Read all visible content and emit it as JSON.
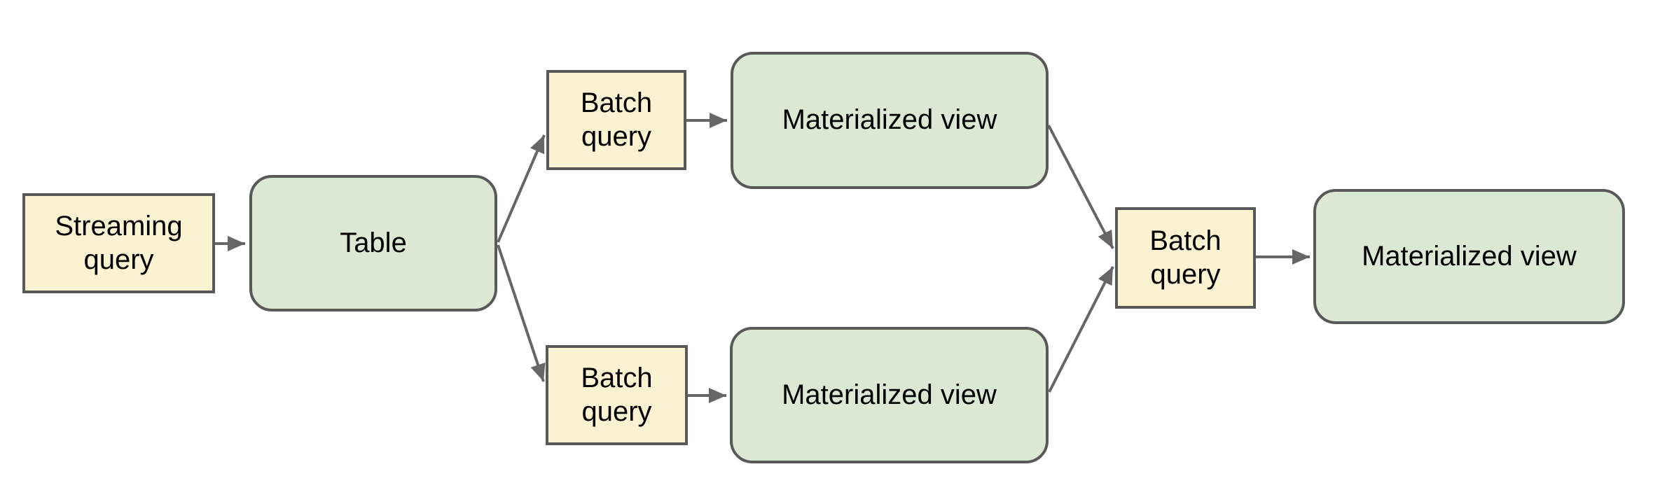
{
  "diagram": {
    "nodes": {
      "streaming_query": {
        "label": "Streaming query",
        "kind": "query"
      },
      "table": {
        "label": "Table",
        "kind": "view"
      },
      "batch_query_top": {
        "label": "Batch query",
        "kind": "query"
      },
      "materialized_view_top": {
        "label": "Materialized view",
        "kind": "view"
      },
      "batch_query_bottom": {
        "label": "Batch query",
        "kind": "query"
      },
      "materialized_view_bottom": {
        "label": "Materialized view",
        "kind": "view"
      },
      "batch_query_right": {
        "label": "Batch query",
        "kind": "query"
      },
      "materialized_view_final": {
        "label": "Materialized view",
        "kind": "view"
      }
    },
    "edges": [
      {
        "from": "streaming_query",
        "to": "table"
      },
      {
        "from": "table",
        "to": "batch_query_top"
      },
      {
        "from": "table",
        "to": "batch_query_bottom"
      },
      {
        "from": "batch_query_top",
        "to": "materialized_view_top"
      },
      {
        "from": "batch_query_bottom",
        "to": "materialized_view_bottom"
      },
      {
        "from": "materialized_view_top",
        "to": "batch_query_right"
      },
      {
        "from": "materialized_view_bottom",
        "to": "batch_query_right"
      },
      {
        "from": "batch_query_right",
        "to": "materialized_view_final"
      }
    ],
    "colors": {
      "query_fill": "#fbf2d1",
      "view_fill": "#dbe8d3",
      "node_border": "#595959",
      "arrow": "#666666",
      "text": "#000000",
      "background": "#ffffff"
    }
  }
}
